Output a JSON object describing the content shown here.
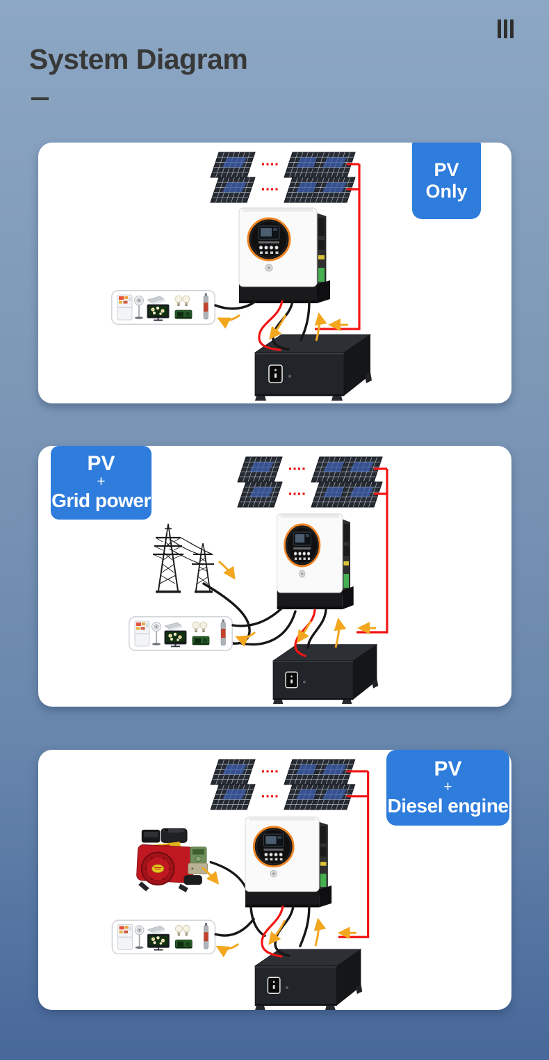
{
  "header": {
    "title": "System Diagram",
    "corner_mark_bars": 3
  },
  "colors": {
    "background_top": "#8ca7c4",
    "background_bottom": "#47689a",
    "card": "#ffffff",
    "label_blue": "#2e7cdc",
    "title_text": "#383838",
    "wire_red": "#f31414",
    "wire_black": "#161616",
    "arrow_yellow": "#f2a71f",
    "inverter_ring_orange": "#ef8524"
  },
  "panels": [
    {
      "id": "pv-only",
      "label_lines": [
        "PV Only"
      ],
      "label_position": "top-right",
      "components": [
        "solar-array",
        "inverter",
        "battery",
        "home-appliances"
      ]
    },
    {
      "id": "pv-grid-power",
      "label_lines": [
        "PV",
        "+",
        "Grid power"
      ],
      "label_position": "top-left",
      "components": [
        "solar-array",
        "grid-towers",
        "inverter",
        "battery",
        "home-appliances"
      ]
    },
    {
      "id": "pv-diesel-engine",
      "label_lines": [
        "PV",
        "+",
        "Diesel engine"
      ],
      "label_position": "top-right",
      "components": [
        "solar-array",
        "diesel-engine",
        "inverter",
        "battery",
        "home-appliances"
      ]
    }
  ]
}
